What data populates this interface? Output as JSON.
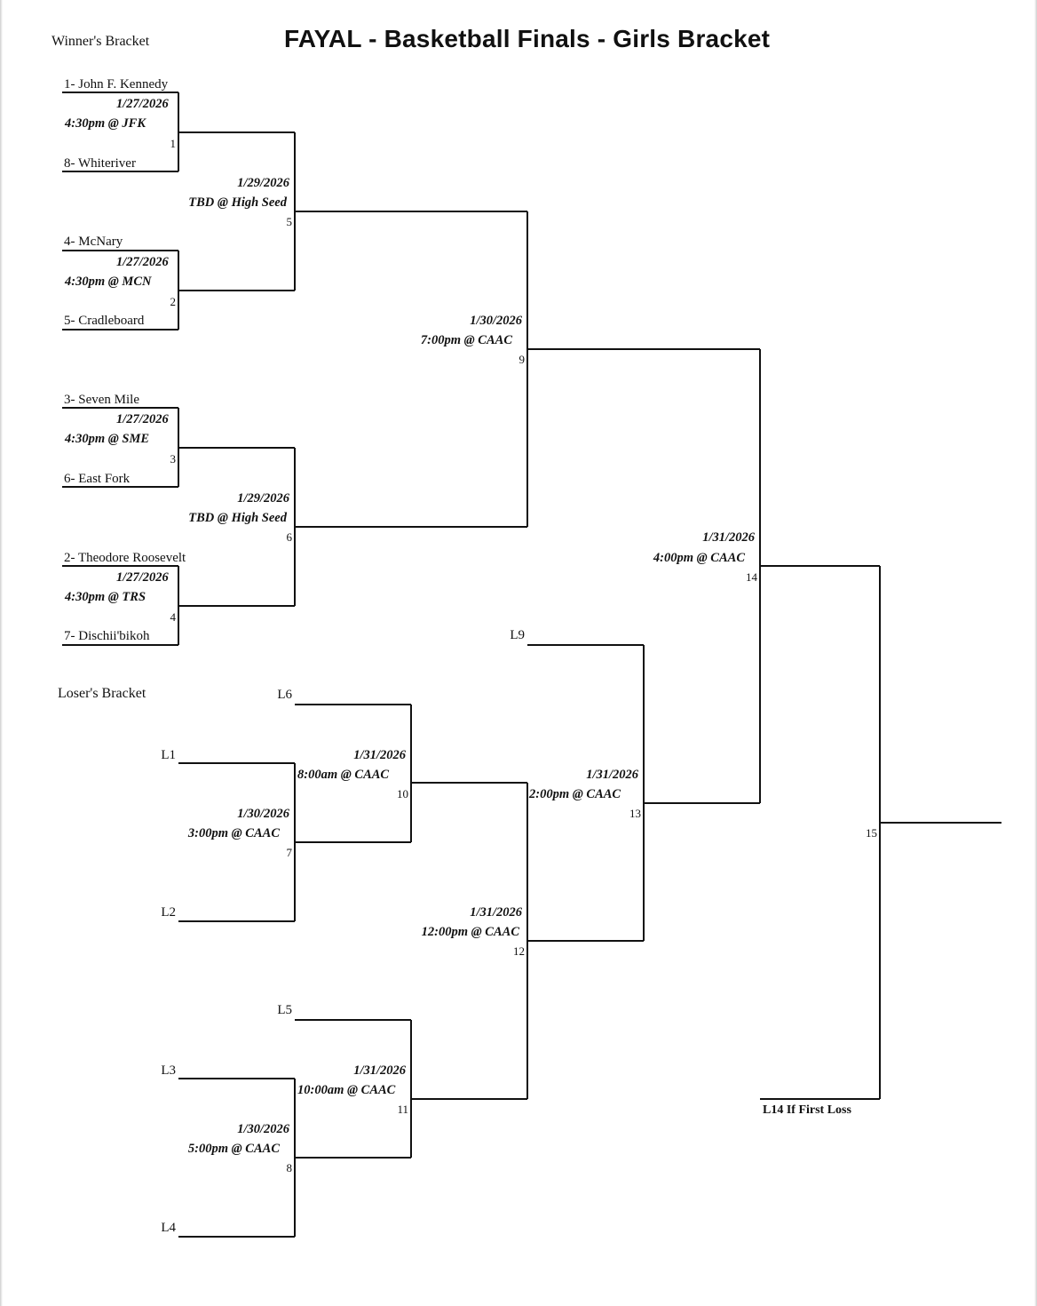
{
  "header": {
    "title": "FAYAL - Basketball Finals - Girls Bracket",
    "winners_label": "Winner's Bracket",
    "losers_label": "Loser's Bracket"
  },
  "teams": {
    "t1": "1- John F. Kennedy",
    "t8": "8- Whiteriver",
    "t4": "4- McNary",
    "t5": "5- Cradleboard",
    "t3": "3- Seven Mile",
    "t6": "6- East Fork",
    "t2": "2- Theodore Roosevelt",
    "t7": "7- Dischii'bikoh"
  },
  "games": {
    "g1": {
      "date": "1/27/2026",
      "time": "4:30pm @ JFK",
      "number": "1"
    },
    "g2": {
      "date": "1/27/2026",
      "time": "4:30pm @ MCN",
      "number": "2"
    },
    "g3": {
      "date": "1/27/2026",
      "time": "4:30pm @ SME",
      "number": "3"
    },
    "g4": {
      "date": "1/27/2026",
      "time": "4:30pm @ TRS",
      "number": "4"
    },
    "g5": {
      "date": "1/29/2026",
      "time": "TBD @ High Seed",
      "number": "5"
    },
    "g6": {
      "date": "1/29/2026",
      "time": "TBD @ High Seed",
      "number": "6"
    },
    "g7": {
      "date": "1/30/2026",
      "time": "3:00pm @ CAAC",
      "number": "7"
    },
    "g8": {
      "date": "1/30/2026",
      "time": "5:00pm @ CAAC",
      "number": "8"
    },
    "g9": {
      "date": "1/30/2026",
      "time": "7:00pm @ CAAC",
      "number": "9"
    },
    "g10": {
      "date": "1/31/2026",
      "time": "8:00am @ CAAC",
      "number": "10"
    },
    "g11": {
      "date": "1/31/2026",
      "time": "10:00am @ CAAC",
      "number": "11"
    },
    "g12": {
      "date": "1/31/2026",
      "time": "12:00pm @ CAAC",
      "number": "12"
    },
    "g13": {
      "date": "1/31/2026",
      "time": "2:00pm @ CAAC",
      "number": "13"
    },
    "g14": {
      "date": "1/31/2026",
      "time": "4:00pm @ CAAC",
      "number": "14"
    },
    "g15": {
      "number": "15"
    }
  },
  "losers": {
    "l1": "L1",
    "l2": "L2",
    "l3": "L3",
    "l4": "L4",
    "l5": "L5",
    "l6": "L6",
    "l9": "L9"
  },
  "notes": {
    "l14": "L14 If First Loss"
  }
}
